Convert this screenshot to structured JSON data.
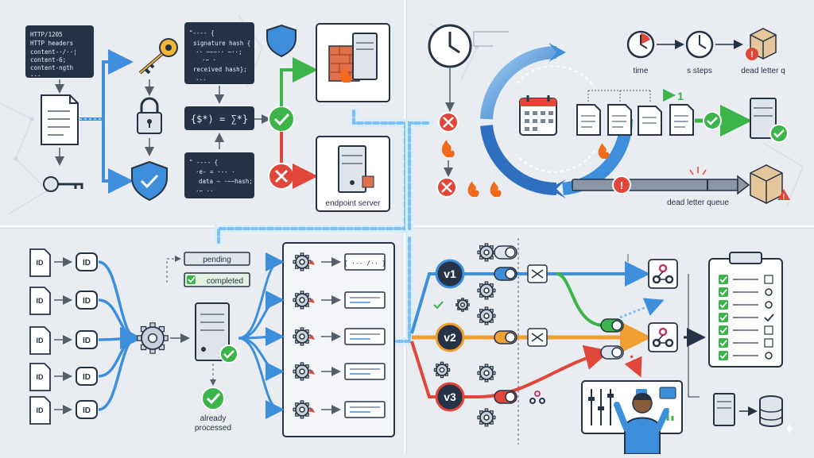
{
  "webhook_security": {
    "payload_lines": [
      "HTTP/1205",
      "HTTP headers",
      "content-·/··¦",
      "content-6;",
      "content-ngth",
      "..."
    ],
    "signature_lines": [
      "\"---- {",
      "signature hash {",
      "·· ~~~·· ~··;",
      "·~ ·",
      "received hash};",
      "..."
    ],
    "formula": "{$*) = ∑*}",
    "data_lines": [
      "\" ---- {",
      "·e- = ·-- ·",
      "data — ·~~hash;",
      "·~ ··"
    ],
    "server_label": "endpoint server"
  },
  "retry_queue": {
    "time_label": "time",
    "steps_label": "s steps",
    "dlq_short_label": "dead letter q",
    "step_number": "1",
    "dlq_label": "dead letter queue"
  },
  "idempotency": {
    "id_glyph": "ID",
    "status_pending": "pending",
    "status_completed": "completed",
    "code_snippet": "{ ·-- /·· }",
    "processed_label": "already processed"
  },
  "versioning": {
    "versions": [
      "v1",
      "v2",
      "v3"
    ]
  },
  "colors": {
    "accent_blue": "#3d8fdc",
    "green": "#3bb54a",
    "red": "#e0473a",
    "orange": "#f0a030",
    "dark_navy": "#263246",
    "flame": "#f26a1b"
  },
  "icons": [
    "key-icon",
    "lock-icon",
    "shield-icon",
    "firewall-icon",
    "server-icon",
    "check-icon",
    "error-icon",
    "clock-icon",
    "calendar-icon",
    "document-icon",
    "box-icon",
    "fire-icon",
    "gear-icon",
    "id-icon",
    "shuffle-icon",
    "toggle-icon",
    "webhook-icon",
    "clipboard-icon",
    "database-icon",
    "person-icon",
    "dashboard-icon"
  ]
}
